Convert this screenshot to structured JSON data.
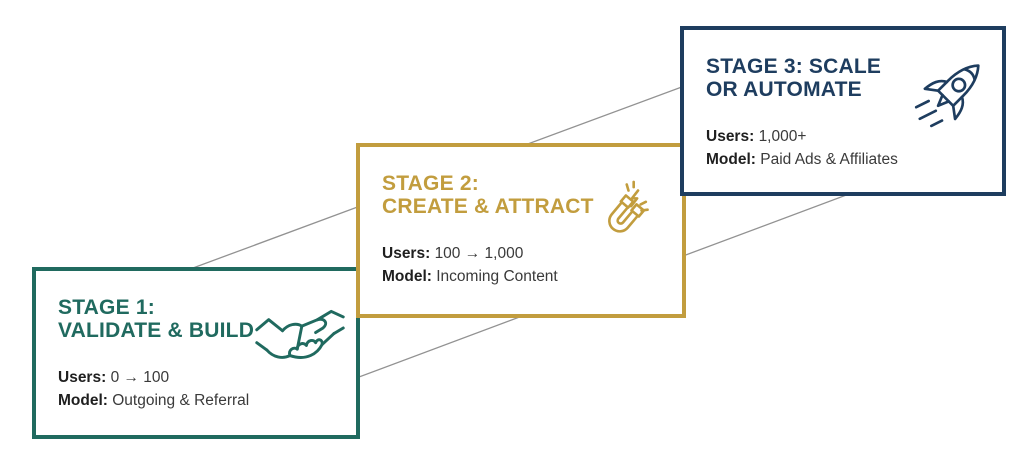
{
  "canvas": {
    "background_color": "#ffffff",
    "connector_color": "#929292"
  },
  "stages": [
    {
      "title_line1": "STAGE 1:",
      "title_line2": "VALIDATE & BUILD",
      "users_label": "Users:",
      "users_value": "0 → 100",
      "model_label": "Model:",
      "model_value": "Outgoing & Referral",
      "icon": "handshake-icon",
      "accent_color": "#206a5f"
    },
    {
      "title_line1": "STAGE 2:",
      "title_line2": "CREATE & ATTRACT",
      "users_label": "Users:",
      "users_value": "100 → 1,000",
      "model_label": "Model:",
      "model_value": "Incoming Content",
      "icon": "magnet-icon",
      "accent_color": "#c29d3e"
    },
    {
      "title_line1": "STAGE 3: SCALE",
      "title_line2": "OR AUTOMATE",
      "users_label": "Users:",
      "users_value": "1,000+",
      "model_label": "Model:",
      "model_value": "Paid Ads & Affiliates",
      "icon": "rocket-icon",
      "accent_color": "#1e3d5f"
    }
  ]
}
